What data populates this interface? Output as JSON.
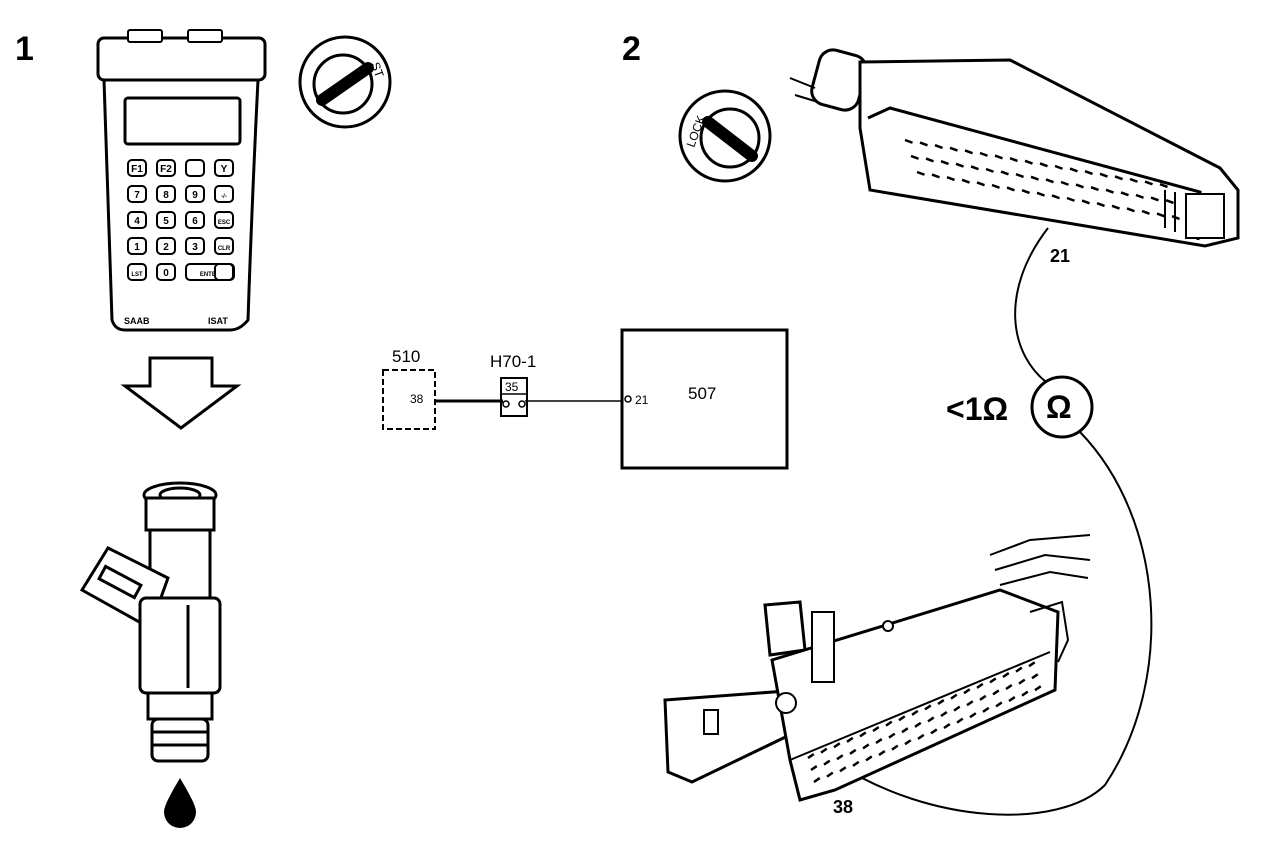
{
  "steps": {
    "step1": "1",
    "step2": "2"
  },
  "tester": {
    "brand": "SAAB",
    "model": "ISAT",
    "keys": [
      [
        "F1",
        "F2",
        "",
        "Y"
      ],
      [
        "7",
        "8",
        "9",
        "-/-"
      ],
      [
        "4",
        "5",
        "6",
        "ESC"
      ],
      [
        "1",
        "2",
        "3",
        "CLR"
      ],
      [
        "LST",
        "0",
        "ENTER",
        ""
      ]
    ]
  },
  "ignition_switch_1": {
    "position_label": "ST"
  },
  "ignition_switch_2": {
    "position_label": "LOCK"
  },
  "circuit": {
    "component_a": {
      "id": "510",
      "pin": "38"
    },
    "connector": {
      "id": "H70-1",
      "pin": "35"
    },
    "component_b": {
      "id": "507",
      "pin": "21"
    }
  },
  "connector_upper": {
    "pin_label": "21"
  },
  "connector_lower": {
    "pin_label": "38"
  },
  "measurement": {
    "value": "<1Ω",
    "meter_symbol": "Ω"
  },
  "colors": {
    "ink": "#000000",
    "paper": "#ffffff"
  }
}
